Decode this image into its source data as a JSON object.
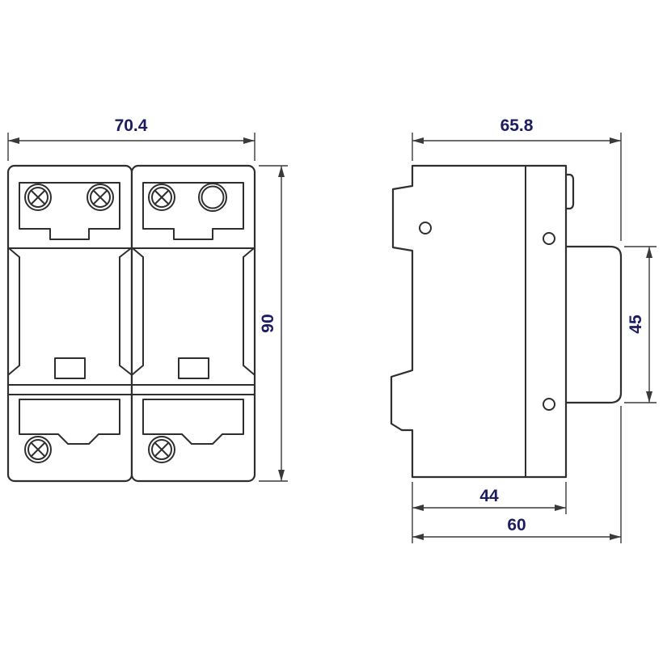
{
  "dimensions": {
    "front_width": "70.4",
    "front_height": "90",
    "side_width": "65.8",
    "side_front_height": "45",
    "side_base_width": "44",
    "side_total_depth": "60"
  },
  "colors": {
    "outline": "#2f2f2f",
    "dimension": "#3a3a3a",
    "label": "#1c1c60",
    "background": "#ffffff"
  }
}
